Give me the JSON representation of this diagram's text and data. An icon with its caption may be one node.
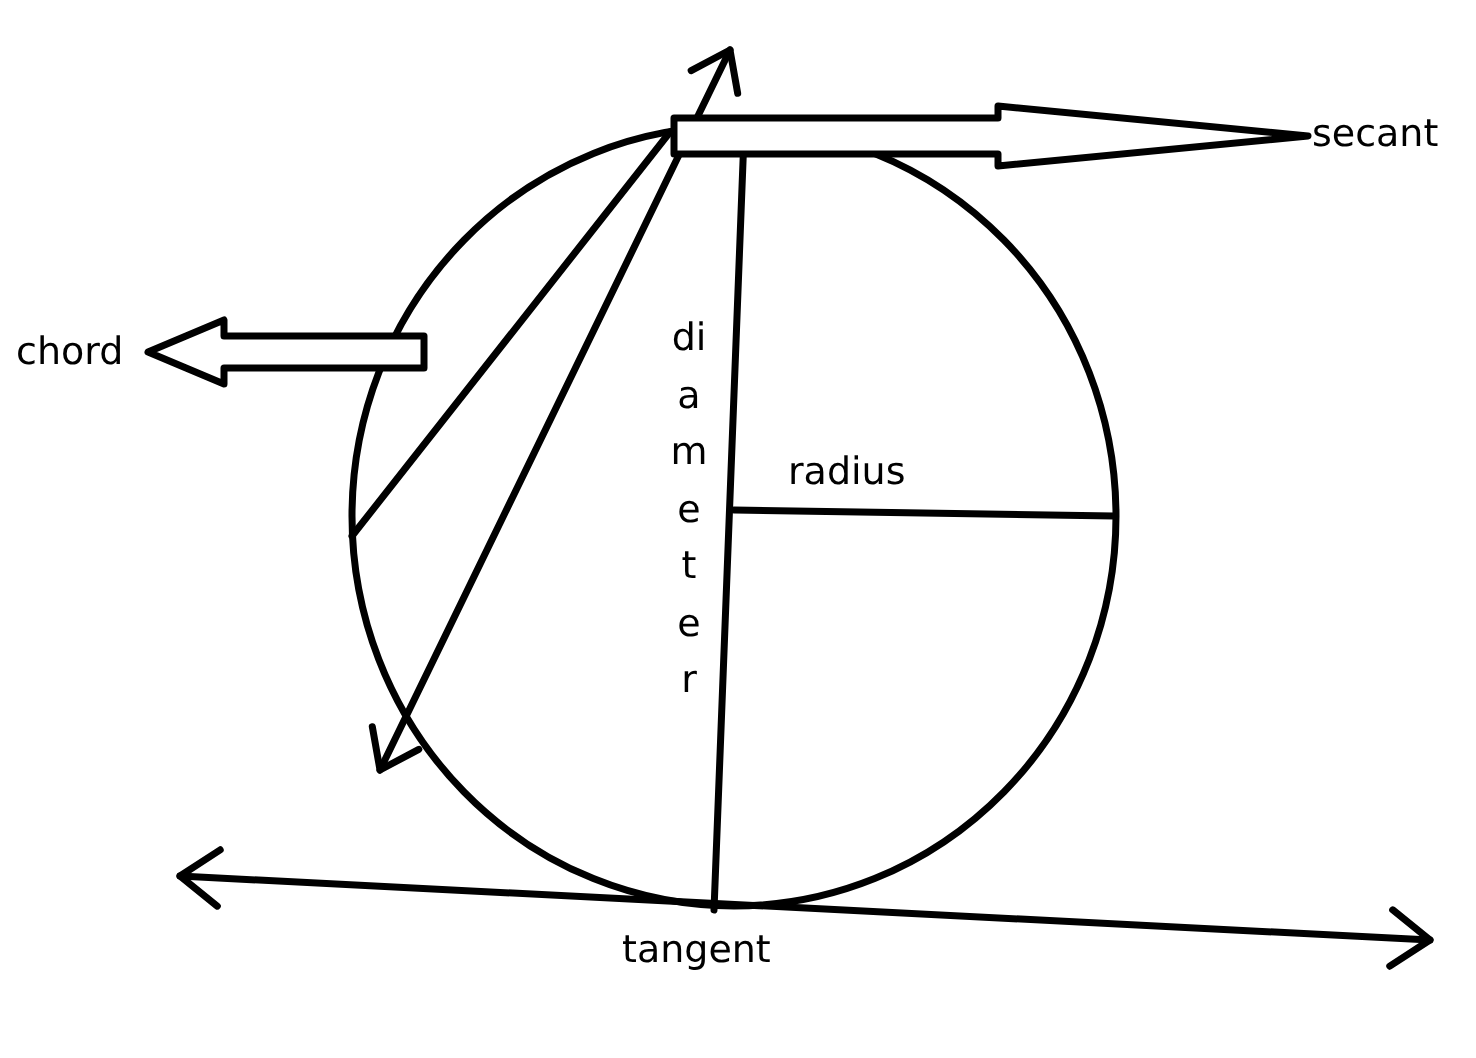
{
  "diagram": {
    "nodes": [
      {
        "text": [
          "chord"
        ]
      },
      {
        "text": [
          "secant"
        ]
      },
      {
        "text": [
          "diameter"
        ]
      },
      {
        "text": [
          "radius"
        ]
      },
      {
        "text": [
          "tangent"
        ]
      }
    ],
    "edges": [
      {
        "from": null,
        "to": 0,
        "arrow": "to"
      },
      {
        "from": null,
        "to": 1,
        "arrow": "to"
      }
    ]
  }
}
